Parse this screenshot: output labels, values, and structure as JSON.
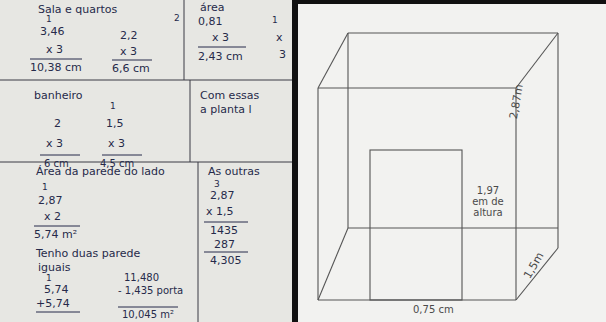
{
  "diagram": {
    "labels": [
      "Sala e quartos",
      "2",
      "1",
      "3,46",
      "x 3",
      "10,38 cm",
      "2,2",
      "x 3",
      "6,6 cm",
      "área",
      "0,81",
      "x 3",
      "2,43 cm",
      "1",
      "x",
      "3",
      "banheiro",
      "2",
      "x 3",
      "6 cm",
      "1",
      "1,5",
      "x 3",
      "4,5 cm",
      "Com essas",
      "a planta l",
      "Área da parede do lado",
      "1",
      "2,87",
      "x 2",
      "5,74 m²",
      "Tenho duas parede",
      "iguais",
      "1",
      "5,74",
      "+5,74",
      "11,480",
      "- 1,435 porta",
      "10,045 m²",
      "As outras",
      "3",
      "2,87",
      "x 1,5",
      "1435",
      "287",
      "4,305",
      "1,97 em de altura",
      "2,87m",
      "0,75 cm",
      "1,5m"
    ]
  }
}
